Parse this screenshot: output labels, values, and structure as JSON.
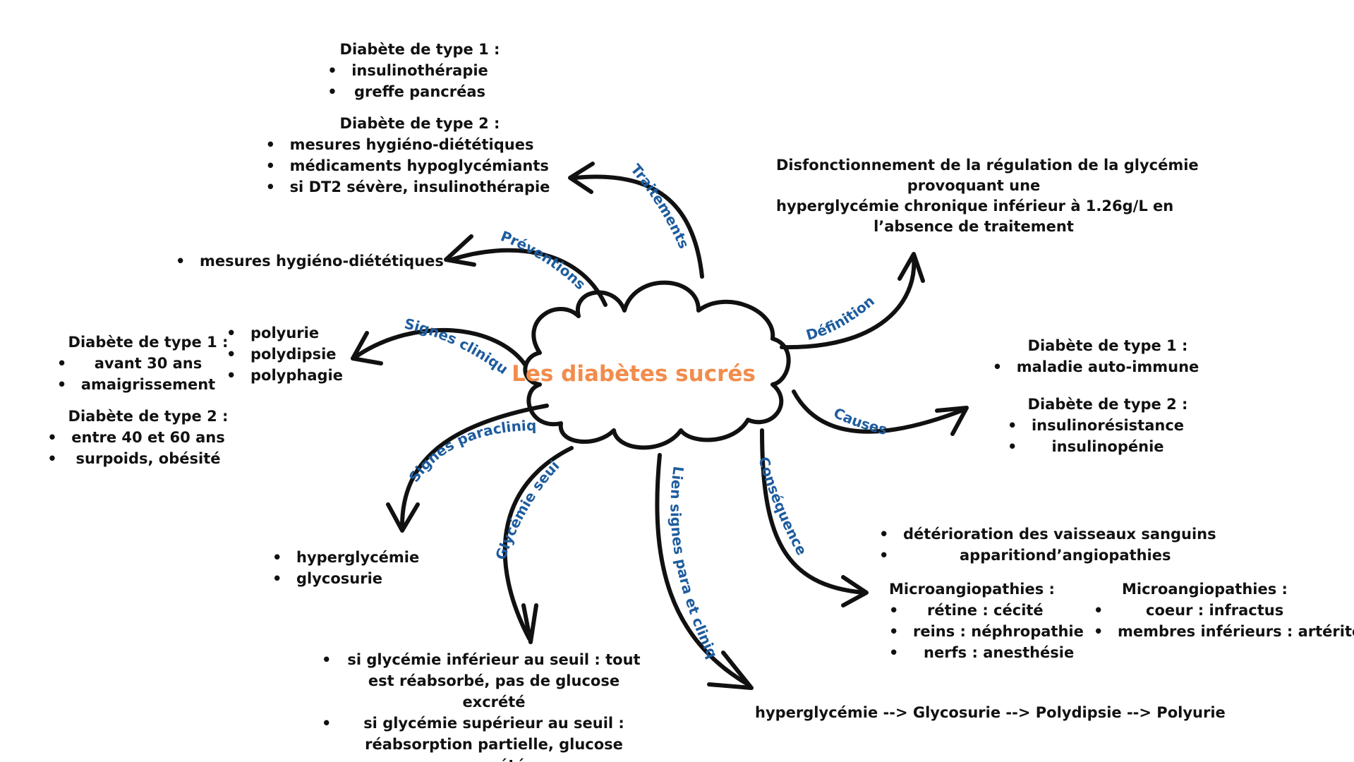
{
  "center": {
    "title": "Les diabètes sucrés"
  },
  "branches": [
    {
      "id": "traitements",
      "label": "Traitements"
    },
    {
      "id": "preventions",
      "label": "Préventions"
    },
    {
      "id": "signes_cliniques",
      "label": "Signes cliniques"
    },
    {
      "id": "signes_paracliniques",
      "label": "Signes paracliniques"
    },
    {
      "id": "glycemie_seuil",
      "label": "Glycémie seuil"
    },
    {
      "id": "lien",
      "label": "Lien signes para et cliniques"
    },
    {
      "id": "consequences",
      "label": "Conséquences"
    },
    {
      "id": "causes",
      "label": "Causes"
    },
    {
      "id": "definition",
      "label": "Définition"
    }
  ],
  "traitements": {
    "dt1_head": "Diabète de type 1 :",
    "dt1_items": [
      "insulinothérapie",
      "greffe pancréas"
    ],
    "dt2_head": "Diabète  de type 2 :",
    "dt2_items": [
      "mesures hygiéno-diététiques",
      "médicaments hypoglycémiants",
      "si DT2 sévère, insulinothérapie"
    ]
  },
  "preventions": {
    "items": [
      "mesures hygiéno-diététiques"
    ]
  },
  "signes_cliniques": {
    "common_items": [
      "polyurie",
      "polydipsie",
      "polyphagie"
    ],
    "dt1_head": "Diabète de type 1 :",
    "dt1_items": [
      "avant 30 ans",
      "amaigrissement"
    ],
    "dt2_head": "Diabète de type 2 :",
    "dt2_items": [
      "entre 40 et 60 ans",
      "surpoids, obésité"
    ]
  },
  "signes_paracliniques": {
    "items": [
      "hyperglycémie",
      "glycosurie"
    ]
  },
  "glycemie_seuil": {
    "items": [
      "si glycémie inférieur au seuil : tout est réabsorbé, pas de glucose excrété",
      "si glycémie supérieur au seuil : réabsorption partielle, glucose excrété"
    ]
  },
  "lien": {
    "text": "hyperglycémie --> Glycosurie --> Polydipsie --> Polyurie"
  },
  "definition": {
    "lines": [
      "Disfonctionnement  de la régulation de la glycémie",
      "provoquant une",
      "hyperglycémie chronique inférieur à 1.26g/L en",
      "l’absence de traitement"
    ]
  },
  "causes": {
    "dt1_head": "Diabète de type 1 :",
    "dt1_items": [
      "maladie auto-immune"
    ],
    "dt2_head": "Diabète de type 2 :",
    "dt2_items": [
      "insulinorésistance",
      "insulinopénie"
    ]
  },
  "consequences": {
    "items": [
      "détérioration des vaisseaux sanguins",
      "apparitiond’angiopathies"
    ],
    "micro_head": "Microangiopathies :",
    "micro_items": [
      "rétine : cécité",
      "reins : néphropathie",
      "nerfs : anesthésie"
    ],
    "macro_head": "Microangiopathies :",
    "macro_items": [
      "coeur : infractus",
      "membres inférieurs : artérite"
    ]
  },
  "colors": {
    "title": "#f28c4c",
    "branch_label": "#1d5c9e",
    "line": "#111111"
  }
}
